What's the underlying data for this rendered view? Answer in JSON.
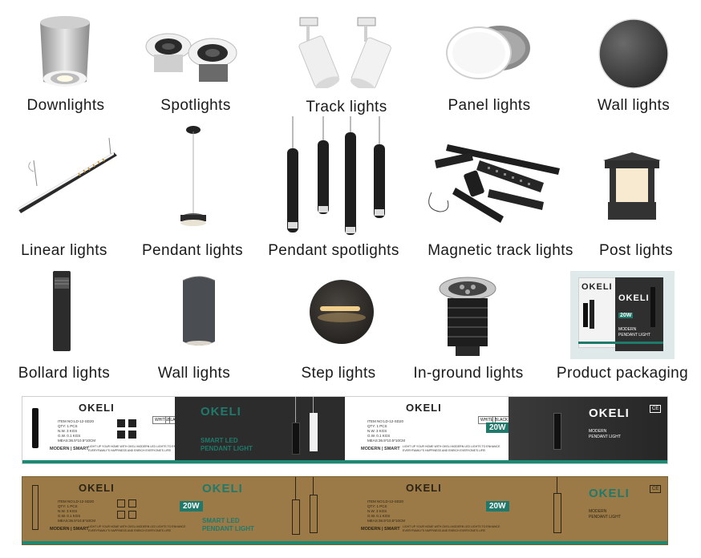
{
  "products_row1": [
    {
      "label": "Downlights",
      "icon": "downlight-icon"
    },
    {
      "label": "Spotlights",
      "icon": "spotlight-icon"
    },
    {
      "label": "Track lights",
      "icon": "track-light-icon"
    },
    {
      "label": "Panel lights",
      "icon": "panel-light-icon"
    },
    {
      "label": "Wall lights",
      "icon": "wall-light-round-icon"
    }
  ],
  "products_row2": [
    {
      "label": "Linear lights",
      "icon": "linear-light-icon"
    },
    {
      "label": "Pendant lights",
      "icon": "pendant-light-icon"
    },
    {
      "label": "Pendant spotlights",
      "icon": "pendant-spotlight-icon"
    },
    {
      "label": "Magnetic track lights",
      "icon": "magnetic-track-icon"
    },
    {
      "label": "Post lights",
      "icon": "post-light-icon"
    }
  ],
  "products_row3": [
    {
      "label": "Bollard lights",
      "icon": "bollard-light-icon"
    },
    {
      "label": "Wall lights",
      "icon": "wall-light-icon"
    },
    {
      "label": "Step lights",
      "icon": "step-light-icon"
    },
    {
      "label": "In-ground lights",
      "icon": "in-ground-light-icon"
    },
    {
      "label": "Product packaging",
      "icon": "packaging-icon"
    }
  ],
  "packaging_box": {
    "brand": "OKELI",
    "wattage": "20W",
    "title": "MODERN",
    "subtitle": "PENDANT LIGHT"
  },
  "box_strip": {
    "brand": "OKELI",
    "item_no": "ITEM NO:LD-12-SD20",
    "qty": "QTY:     1     PCS",
    "nw": "N.W.     3     KGS",
    "gw": "G.W.     0.1   KGS",
    "meas": "MEAS:36.5*10.5*10CM",
    "tagline": "MODERN | SMART",
    "desc_1": "LIGHT UP YOUR HOME WITH OKELI MODERN LED LIGHTS TO ENHANCE",
    "desc_2": "EVERYFAMILY'S HAPPINESS AND ENRICH EVERYONE'S LIFE!",
    "option_white": "WHITE",
    "option_black": "BLACK",
    "wattage": "20W",
    "smart_led_1": "SMART LED",
    "smart_led_2": "PENDANT LIGHT",
    "modern": "MODERN",
    "pendant_light": "PENDANT LIGHT",
    "cert": "CE"
  },
  "colors": {
    "accent_green": "#1f7a6b",
    "kraft": "#9b7a47",
    "dark_panel": "#2c2c2c"
  }
}
